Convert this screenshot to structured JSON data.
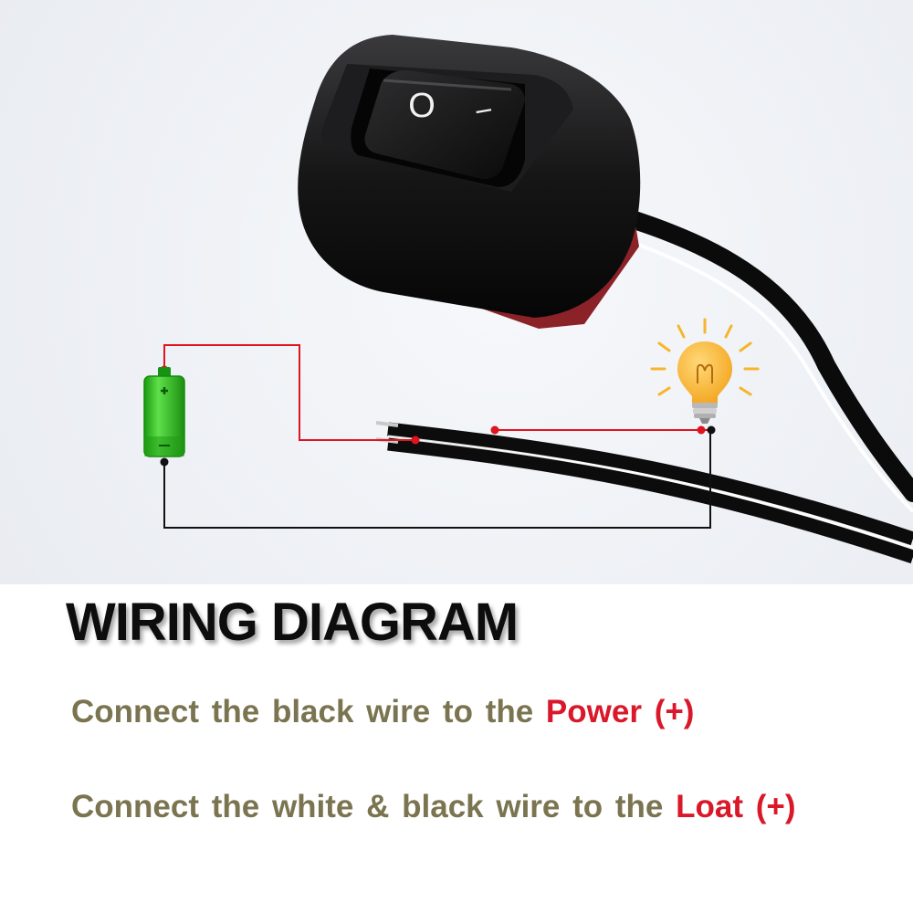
{
  "switch_symbols": {
    "off": "O",
    "on": "I"
  },
  "title": "WIRING DIAGRAM",
  "instructions": [
    {
      "prefix": "Connect the black wire to the ",
      "highlight": "Power",
      "suffix": "(+)"
    },
    {
      "prefix": "Connect the white & black wire to the ",
      "highlight": "Loat",
      "suffix": "(+)"
    }
  ],
  "colors": {
    "text": "#7a7450",
    "highlight": "#d9182a",
    "title": "#0d0d0d",
    "wire_positive": "#e0141e",
    "wire_negative": "#111111",
    "battery": "#27c21a",
    "bulb": "#f7b52c"
  }
}
